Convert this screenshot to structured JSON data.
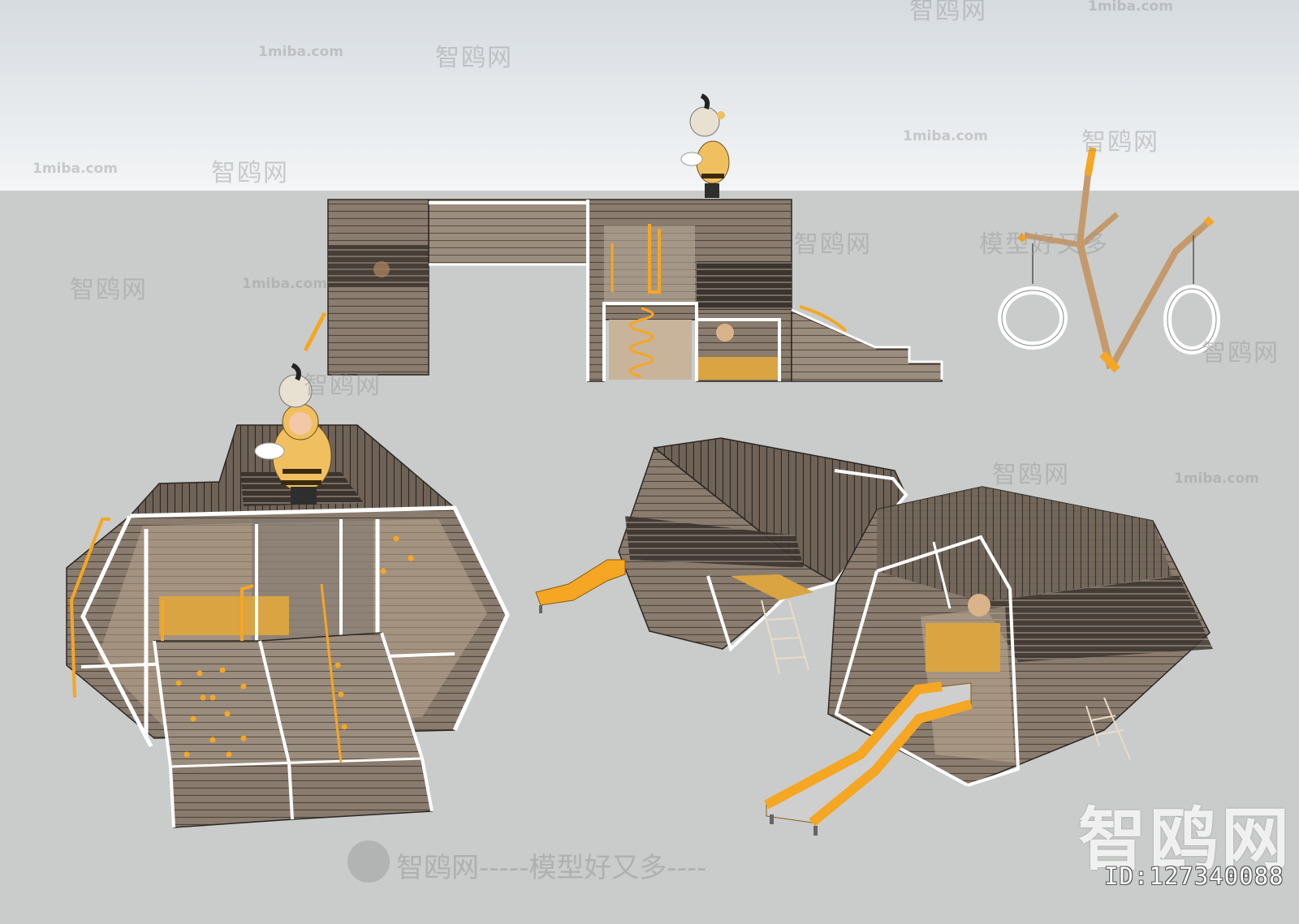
{
  "watermarks": {
    "url": "1miba.com",
    "brand": "智鸥网",
    "slogan": "智鸥网-----模型好又多----",
    "slogan_short": "模型好又多",
    "dashes": "-----"
  },
  "logo": {
    "big_text": "智鸥网",
    "id_label": "ID:127340088"
  },
  "colors": {
    "sky_top": "#d8dde2",
    "sky_bottom": "#f2f4f5",
    "ground": "#c9ccca",
    "wood": "#8a7a6a",
    "wood_dark": "#5e5248",
    "frame": "#ffffff",
    "accent": "#f5a623",
    "floor": "#d9a441"
  }
}
